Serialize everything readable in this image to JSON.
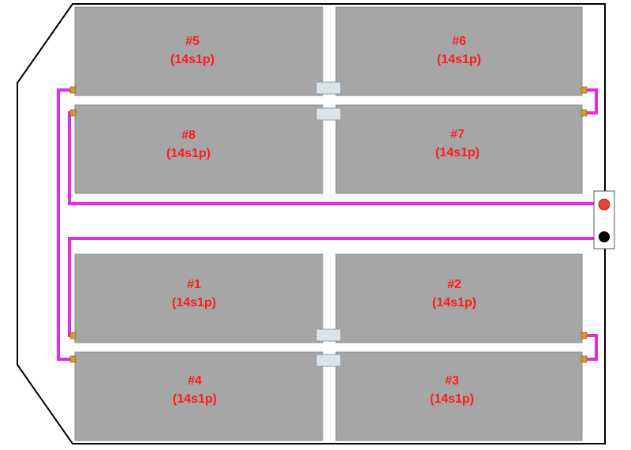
{
  "diagram": {
    "colors": {
      "enclosure_outline": "#000000",
      "pack_fill": "#a6a6a6",
      "pack_label": "#ff1a1a",
      "wire": "#e32ce3",
      "terminal": "#d59a2a",
      "bracket": "#dde3ea",
      "positive_terminal": "#e8423d",
      "negative_terminal": "#000000"
    },
    "packs": [
      {
        "id": "5",
        "name": "#5",
        "config": "(14s1p)"
      },
      {
        "id": "6",
        "name": "#6",
        "config": "(14s1p)"
      },
      {
        "id": "8",
        "name": "#8",
        "config": "(14s1p)"
      },
      {
        "id": "7",
        "name": "#7",
        "config": "(14s1p)"
      },
      {
        "id": "1",
        "name": "#1",
        "config": "(14s1p)"
      },
      {
        "id": "2",
        "name": "#2",
        "config": "(14s1p)"
      },
      {
        "id": "4",
        "name": "#4",
        "config": "(14s1p)"
      },
      {
        "id": "3",
        "name": "#3",
        "config": "(14s1p)"
      }
    ],
    "connector": {
      "positive": {
        "icon": "red-circle"
      },
      "negative": {
        "icon": "black-circle"
      }
    }
  }
}
